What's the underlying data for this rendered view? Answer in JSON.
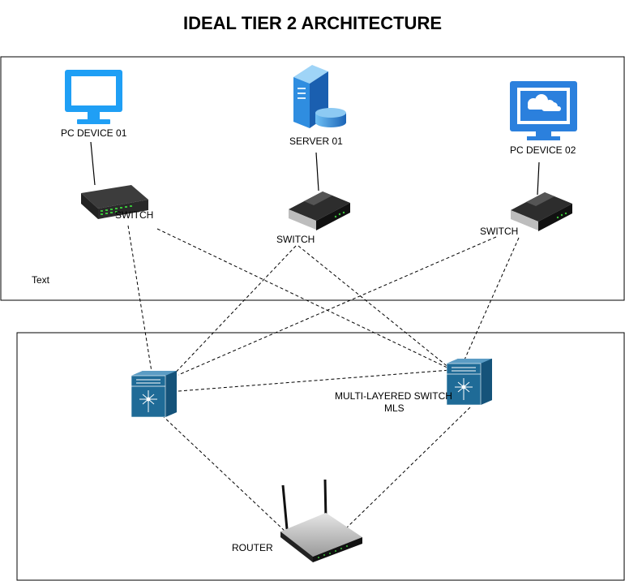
{
  "title": "IDEAL TIER 2 ARCHITECTURE",
  "labels": {
    "pc1": "PC DEVICE 01",
    "server": "SERVER 01",
    "pc2": "PC DEVICE 02",
    "switch1": "SWITCH",
    "switch2": "SWITCH",
    "switch3": "SWITCH",
    "text": "Text",
    "mls_line1": "MULTI-LAYERED SWITCH",
    "mls_line2": "MLS",
    "router": "ROUTER"
  },
  "colors": {
    "monitor": "#1f9ff5",
    "monitor2": "#2b80dd",
    "server_body": "#1e73c8",
    "mls": "#1f6b97",
    "line": "#000000"
  },
  "icons": [
    "monitor-icon",
    "server-icon",
    "cloud-monitor-icon",
    "network-switch-icon",
    "multilayer-switch-icon",
    "wireless-router-icon"
  ]
}
